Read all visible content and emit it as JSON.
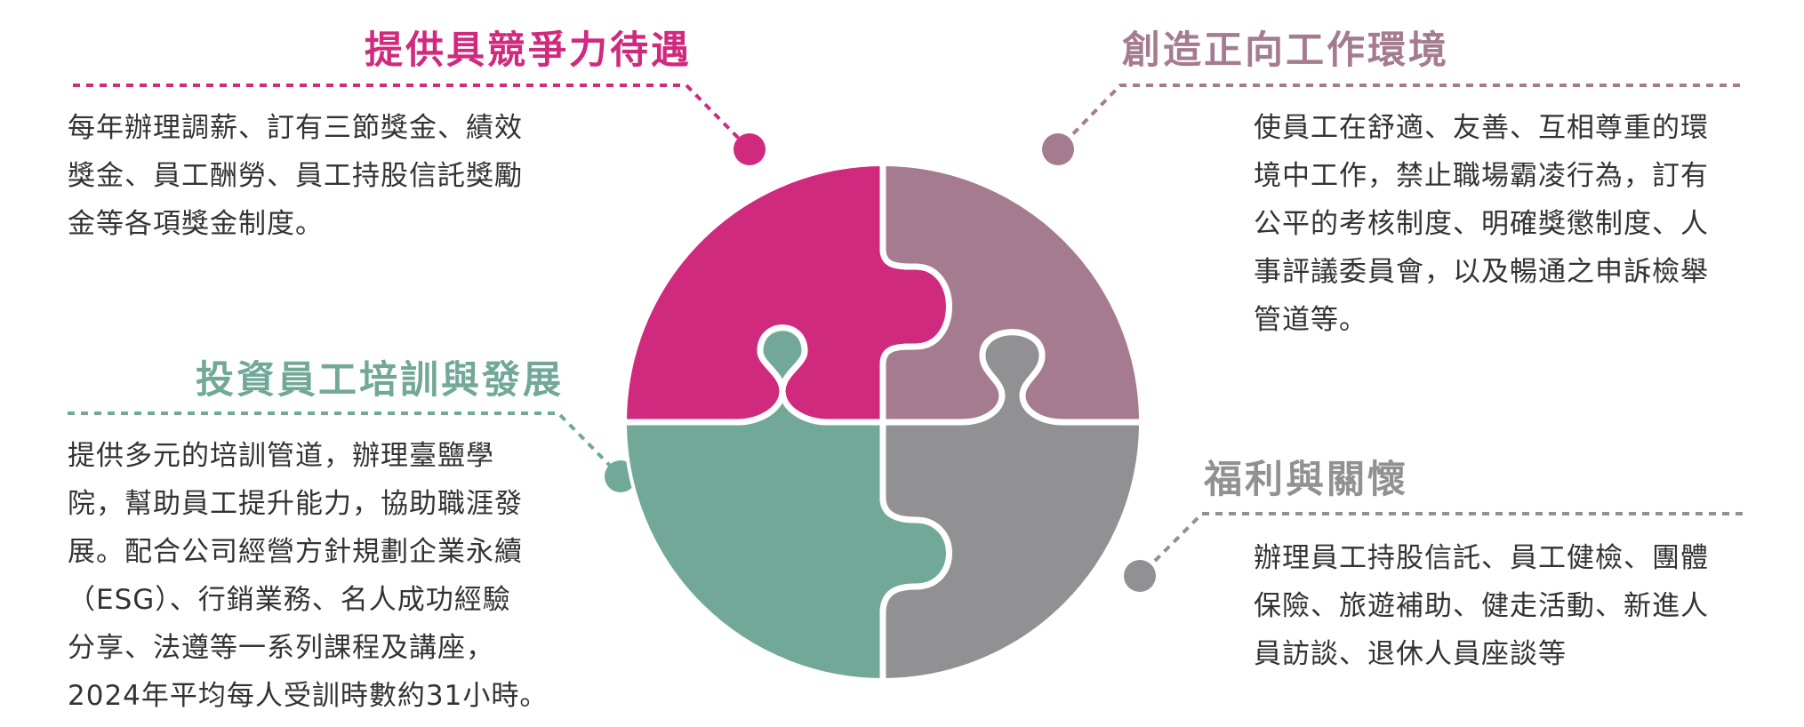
{
  "colors": {
    "pink": "#cf2a7e",
    "mauve": "#a57b8f",
    "teal": "#72a898",
    "gray": "#919193",
    "text": "#333333"
  },
  "sections": [
    {
      "key": "compensation",
      "title": "提供具競爭力待遇",
      "lines": [
        "每年辦理調薪、訂有三節獎金、績效",
        "獎金、員工酬勞、員工持股信託獎勵",
        "金等各項獎金制度。"
      ]
    },
    {
      "key": "environment",
      "title": "創造正向工作環境",
      "lines": [
        "使員工在舒適、友善、互相尊重的環",
        "境中工作，禁止職場霸凌行為，訂有",
        "公平的考核制度、明確獎懲制度、人",
        "事評議委員會，以及暢通之申訴檢舉",
        "管道等。"
      ]
    },
    {
      "key": "training",
      "title": "投資員工培訓與發展",
      "lines": [
        "提供多元的培訓管道，辦理臺鹽學",
        "院，幫助員工提升能力，協助職涯發",
        "展。配合公司經營方針規劃企業永續",
        "（ESG）、行銷業務、名人成功經驗",
        "分享、法遵等一系列課程及講座，",
        "2024年平均每人受訓時數約31小時。"
      ]
    },
    {
      "key": "welfare",
      "title": "福利與關懷",
      "lines": [
        "辦理員工持股信託、員工健檢、團體",
        "保險、旅遊補助、健走活動、新進人",
        "員訪談、退休人員座談等"
      ]
    }
  ]
}
